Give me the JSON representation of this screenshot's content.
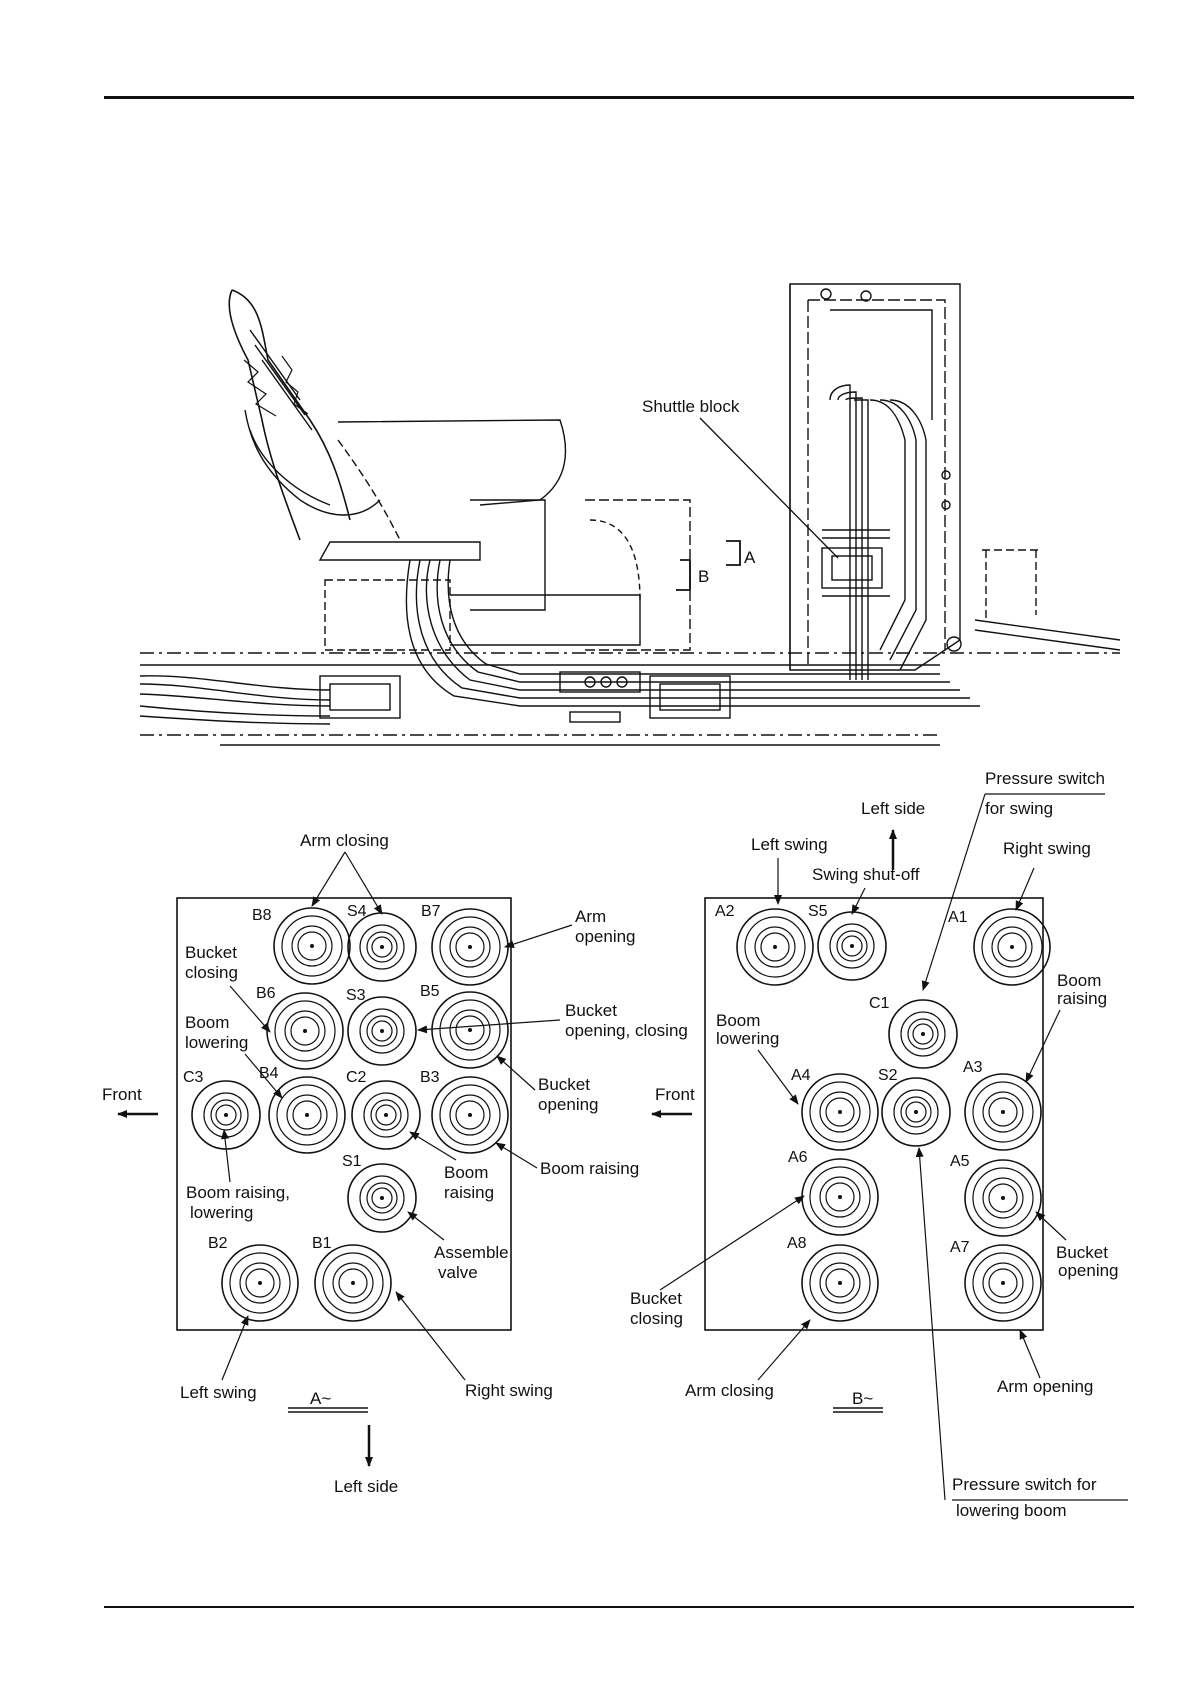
{
  "overview": {
    "shuttle_block": "Shuttle block",
    "view_a": "A",
    "view_b": "B"
  },
  "view_a": {
    "caption": "A~",
    "front": "Front",
    "left_side": "Left side",
    "ports": [
      {
        "id": "B8",
        "kind": "large"
      },
      {
        "id": "S4",
        "kind": "small"
      },
      {
        "id": "B7",
        "kind": "large"
      },
      {
        "id": "B6",
        "kind": "large"
      },
      {
        "id": "S3",
        "kind": "small"
      },
      {
        "id": "B5",
        "kind": "large"
      },
      {
        "id": "C3",
        "kind": "small"
      },
      {
        "id": "B4",
        "kind": "large"
      },
      {
        "id": "C2",
        "kind": "small"
      },
      {
        "id": "B3",
        "kind": "large"
      },
      {
        "id": "S1",
        "kind": "small"
      },
      {
        "id": "B2",
        "kind": "large"
      },
      {
        "id": "B1",
        "kind": "large"
      }
    ],
    "labels": {
      "arm_closing": "Arm closing",
      "arm_opening_1": "Arm",
      "arm_opening_2": "opening",
      "bucket_closing_1": "Bucket",
      "bucket_closing_2": "closing",
      "boom_lowering_1": "Boom",
      "boom_lowering_2": "lowering",
      "bucket_open_close_1": "Bucket",
      "bucket_open_close_2": "opening, closing",
      "bucket_opening_1": "Bucket",
      "bucket_opening_2": "opening",
      "boom_raising_right": "Boom raising",
      "boom_raising_mid_1": "Boom",
      "boom_raising_mid_2": "raising",
      "boom_raising_lowering_1": "Boom raising,",
      "boom_raising_lowering_2": "lowering",
      "assemble_valve_1": "Assemble",
      "assemble_valve_2": "valve",
      "left_swing": "Left swing",
      "right_swing": "Right swing"
    }
  },
  "view_b": {
    "caption": "B~",
    "front": "Front",
    "left_side": "Left side",
    "ports": [
      {
        "id": "A2",
        "kind": "large"
      },
      {
        "id": "S5",
        "kind": "small"
      },
      {
        "id": "A1",
        "kind": "large"
      },
      {
        "id": "C1",
        "kind": "small"
      },
      {
        "id": "A4",
        "kind": "large"
      },
      {
        "id": "S2",
        "kind": "small"
      },
      {
        "id": "A3",
        "kind": "large"
      },
      {
        "id": "A6",
        "kind": "large"
      },
      {
        "id": "A5",
        "kind": "large"
      },
      {
        "id": "A8",
        "kind": "large"
      },
      {
        "id": "A7",
        "kind": "large"
      }
    ],
    "labels": {
      "pressure_swing_1": "Pressure switch",
      "pressure_swing_2": "for swing",
      "left_swing": "Left swing",
      "swing_shutoff": "Swing shut-off",
      "right_swing": "Right swing",
      "boom_raising_1": "Boom",
      "boom_raising_2": "raising",
      "boom_lowering_1": "Boom",
      "boom_lowering_2": "lowering",
      "bucket_opening_1": "Bucket",
      "bucket_opening_2": "opening",
      "bucket_closing_1": "Bucket",
      "bucket_closing_2": "closing",
      "arm_closing": "Arm closing",
      "arm_opening": "Arm opening",
      "pressure_boom_1": "Pressure switch for",
      "pressure_boom_2": "lowering boom"
    }
  }
}
